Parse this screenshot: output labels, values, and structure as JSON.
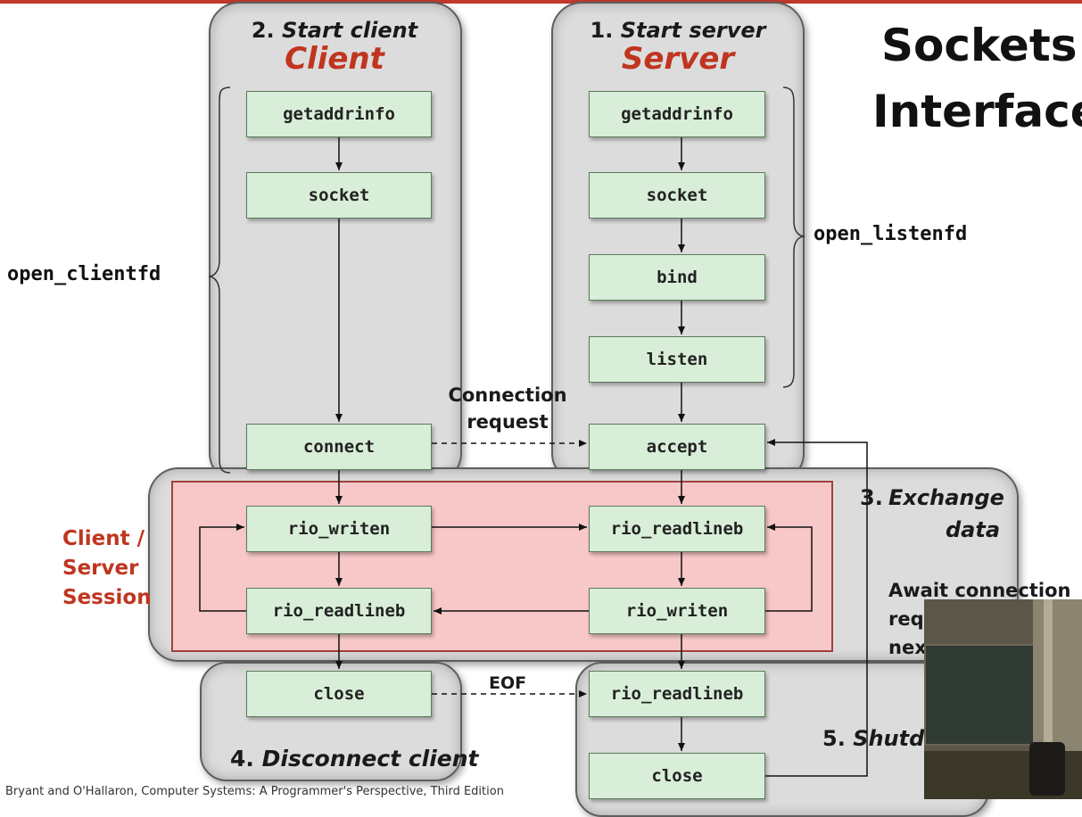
{
  "title": {
    "line1": "Sockets",
    "line2": "Interface"
  },
  "client": {
    "step_number": "2.",
    "step_label": "Start client",
    "role": "Client",
    "bracket_label": "open_clientfd",
    "functions": {
      "getaddrinfo": "getaddrinfo",
      "socket": "socket",
      "connect": "connect"
    }
  },
  "server": {
    "step_number": "1.",
    "step_label": "Start server",
    "role": "Server",
    "bracket_label": "open_listenfd",
    "functions": {
      "getaddrinfo": "getaddrinfo",
      "socket": "socket",
      "bind": "bind",
      "listen": "listen",
      "accept": "accept"
    }
  },
  "connection_request": {
    "line1": "Connection",
    "line2": "request"
  },
  "exchange": {
    "step_number": "3.",
    "line1": "Exchange",
    "line2": "data",
    "session_label": [
      "Client /",
      "Server",
      "Session"
    ],
    "client_write": "rio_writen",
    "client_read": "rio_readlineb",
    "server_read": "rio_readlineb",
    "server_write": "rio_writen"
  },
  "disconnect": {
    "step_number": "4.",
    "label": "Disconnect client",
    "close": "close"
  },
  "eof": "EOF",
  "await": {
    "line1": "Await connection",
    "line2": "requ",
    "line3": "nex"
  },
  "shutdown": {
    "step_number": "5.",
    "label": "Shutd",
    "rio_readlineb": "rio_readlineb",
    "close": "close"
  },
  "footer": "Bryant and O'Hallaron, Computer Systems: A Programmer's Perspective, Third Edition",
  "colors": {
    "accent_red": "#c0351f",
    "function_box": "#d8eed8",
    "session_fill": "#f8c8c8",
    "panel": "#dcdcdc"
  }
}
